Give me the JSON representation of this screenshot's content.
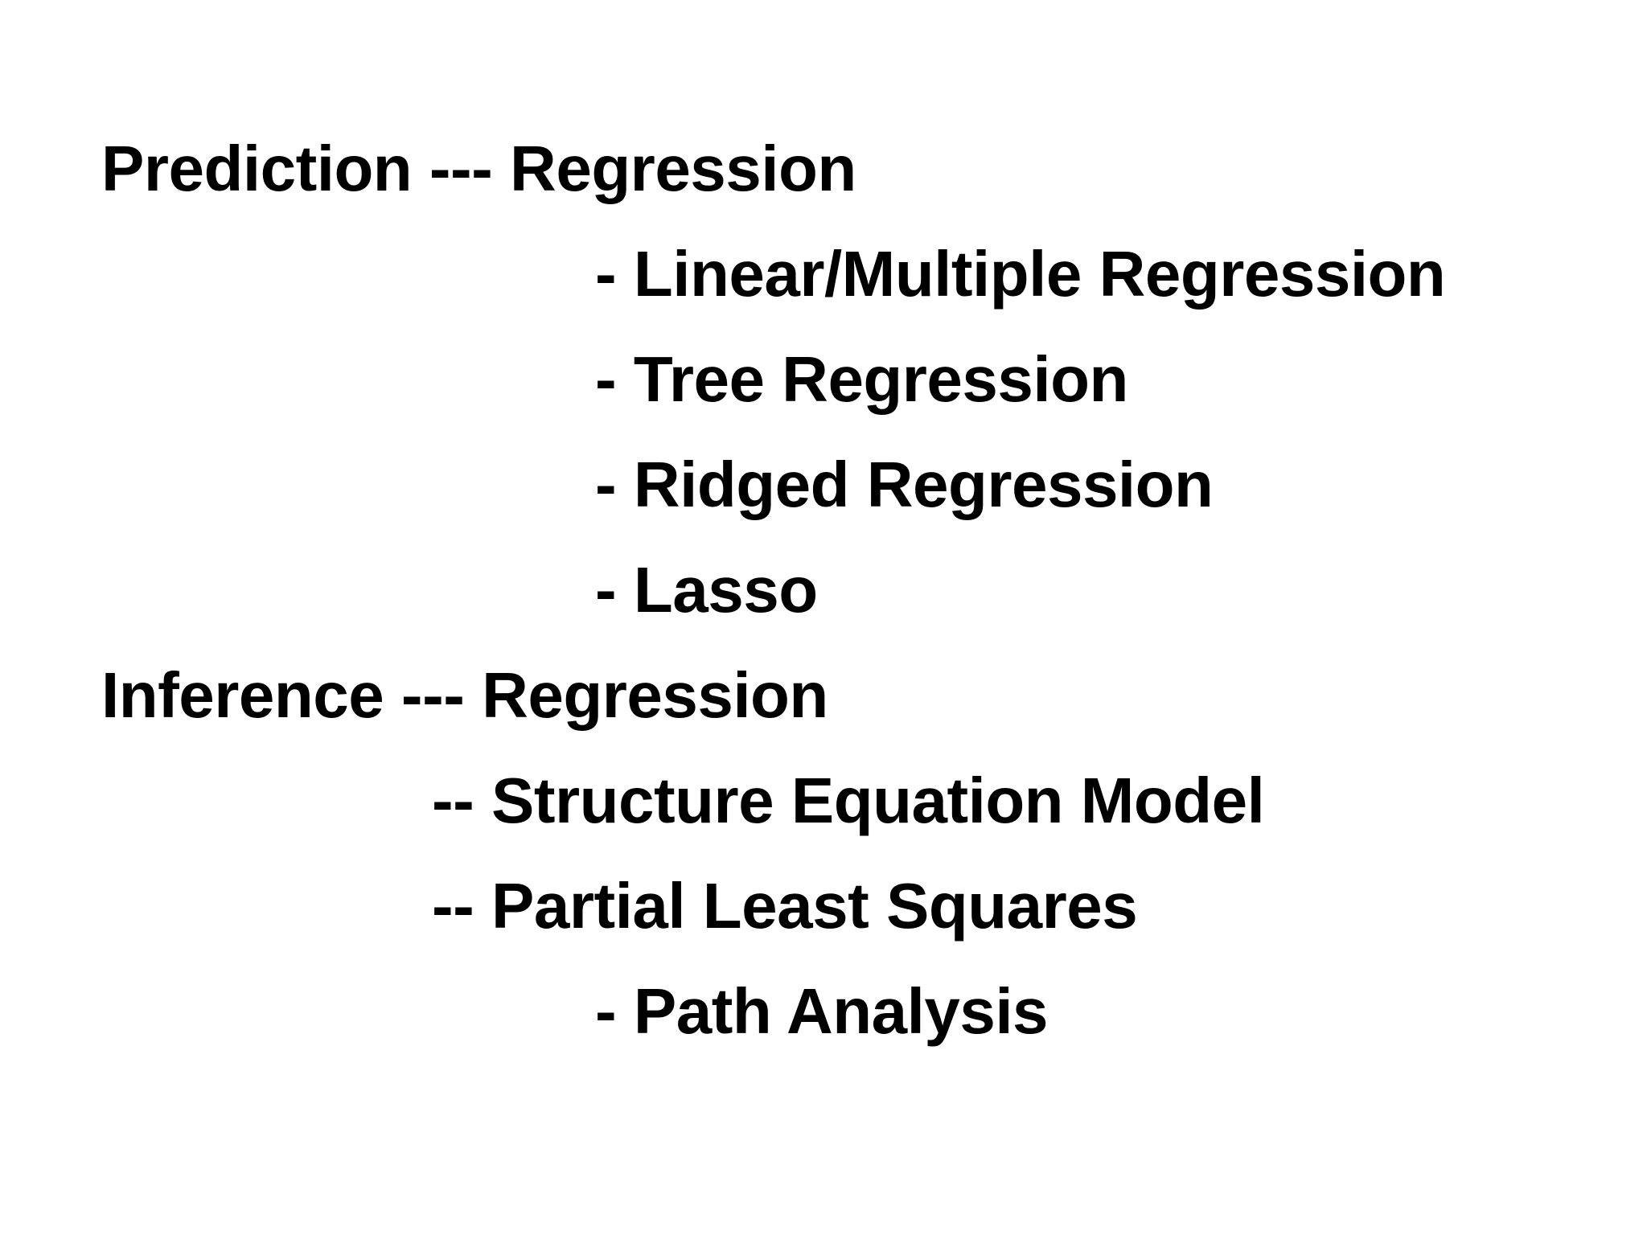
{
  "slide": {
    "background_color": "#ffffff",
    "text_color": "#000000",
    "lines": [
      {
        "text": "Prediction --- Regression",
        "indent": 0
      },
      {
        "text": "- Linear/Multiple Regression",
        "indent": 2
      },
      {
        "text": "- Tree Regression",
        "indent": 2
      },
      {
        "text": "- Ridged Regression",
        "indent": 2
      },
      {
        "text": "- Lasso",
        "indent": 2
      },
      {
        "text": "Inference --- Regression",
        "indent": 0
      },
      {
        "text": "-- Structure Equation Model",
        "indent": 1
      },
      {
        "text": "-- Partial Least Squares",
        "indent": 1
      },
      {
        "text": "- Path Analysis",
        "indent": 2
      }
    ]
  }
}
